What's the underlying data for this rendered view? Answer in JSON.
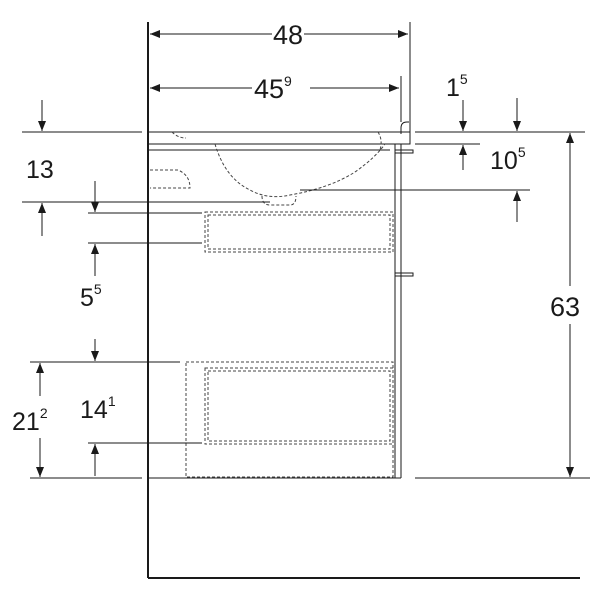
{
  "colors": {
    "line": "#1a1a1a",
    "hidden": "#444444",
    "background": "#ffffff"
  },
  "dimensions": {
    "overall_width": {
      "main": "48",
      "sup": ""
    },
    "inner_width": {
      "main": "45",
      "sup": "9"
    },
    "top_thickness": {
      "main": "1",
      "sup": "5"
    },
    "basin_depth": {
      "main": "10",
      "sup": "5"
    },
    "top_offset": {
      "main": "13",
      "sup": ""
    },
    "drawer_gap": {
      "main": "5",
      "sup": "5"
    },
    "total_height": {
      "main": "63",
      "sup": ""
    },
    "lower_front": {
      "main": "21",
      "sup": "2"
    },
    "lower_inner": {
      "main": "14",
      "sup": "1"
    }
  }
}
